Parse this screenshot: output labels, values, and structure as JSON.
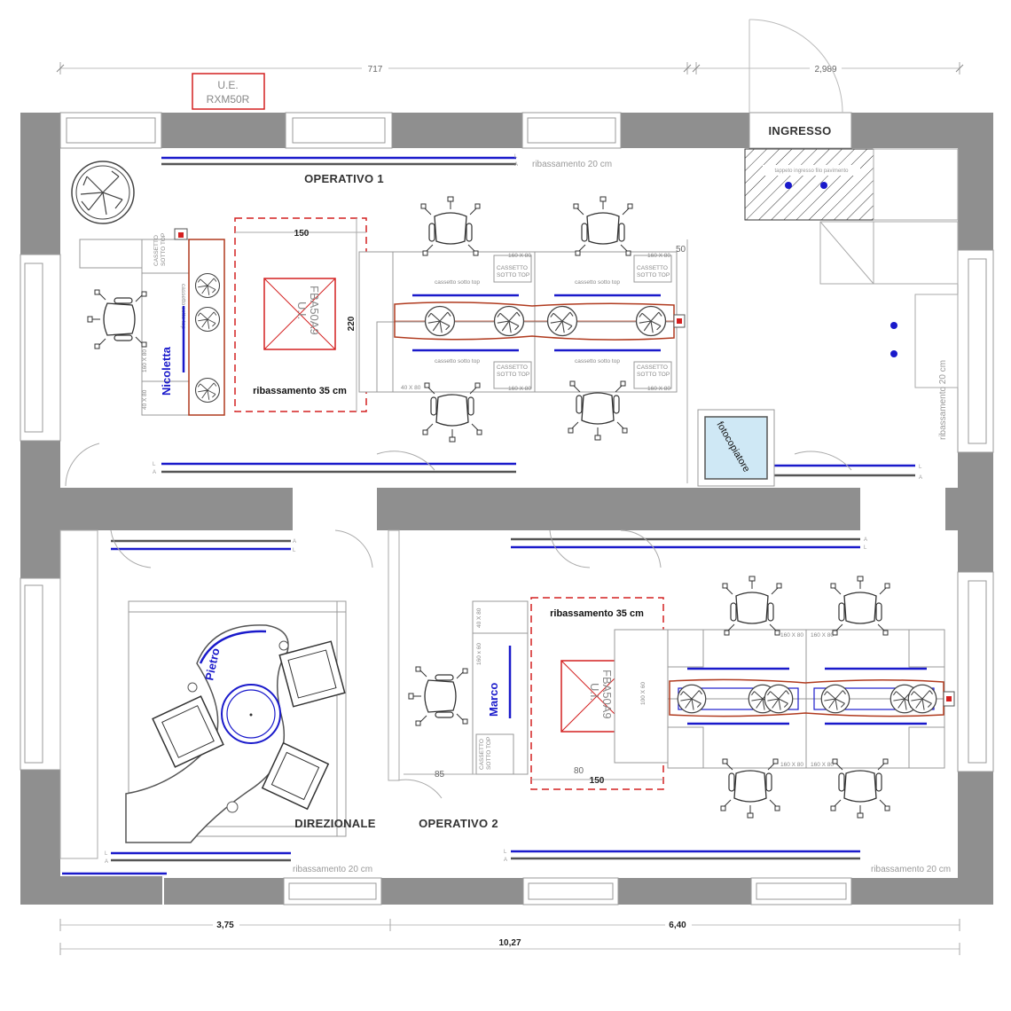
{
  "title": {
    "ue": "U.E.",
    "model": "RXM50R"
  },
  "rooms": {
    "operativo1": "OPERATIVO 1",
    "ingresso": "INGRESSO",
    "direzionale": "DIREZIONALE",
    "operativo2": "OPERATIVO 2"
  },
  "people": {
    "nicoletta": "Nicoletta",
    "marco": "Marco",
    "pietro": "Pietro"
  },
  "dimensions": {
    "top_left": "717",
    "top_right": "2,989",
    "bottom_left": "3,75",
    "bottom_right": "6,40",
    "bottom_total": "10,27",
    "d150": "150",
    "d220": "220",
    "d50": "50",
    "d85": "85",
    "d80": "80"
  },
  "notes": {
    "ribassamento20": "ribassamento 20 cm",
    "ribassamento35": "ribassamento 35 cm",
    "fotocopiatore": "fotocopiatore",
    "tappeto": "tappeto ingresso filo pavimento",
    "cassetto_top": "cassetto sotto top",
    "cassetto1": "CASSETTO",
    "cassetto2": "SOTTO TOP",
    "desk_size": "160 X 80",
    "desk_size2": "40 X 80",
    "desk_size3": "160 x 60",
    "desk_size4": "100 X 60",
    "letter_a": "A",
    "letter_l": "L"
  },
  "unit": {
    "line1": "U.I.",
    "line2": "FBA50A9"
  },
  "colors": {
    "wall": "#8f8f8f",
    "wall_light": "#bcbcbc",
    "blue": "#1a1acb",
    "red": "#d42020",
    "brown": "#b03a1e"
  }
}
